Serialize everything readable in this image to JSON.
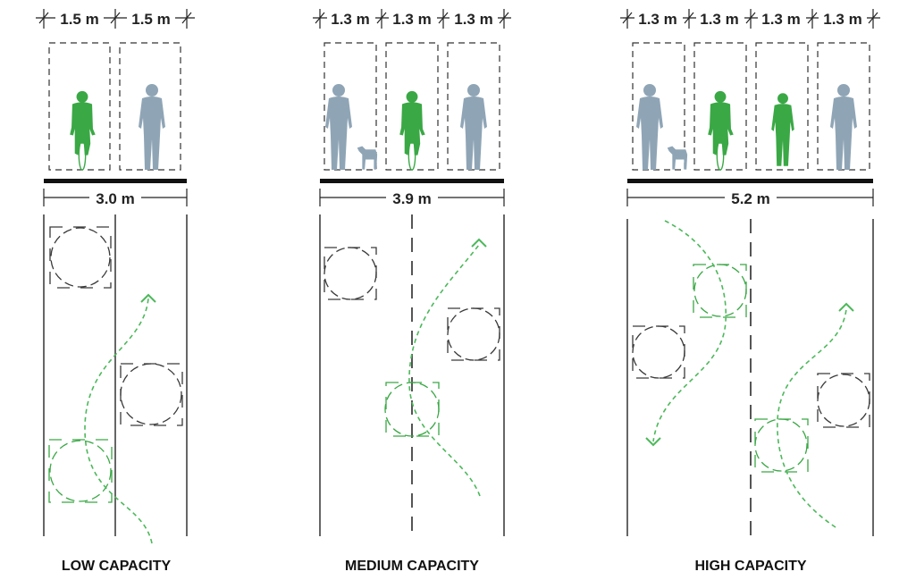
{
  "colors": {
    "cyclist": "#3aa845",
    "pedestrian": "#8fa5b6",
    "path": "#4cb85a"
  },
  "panels": [
    {
      "title": "LOW CAPACITY",
      "lane_widths": [
        "1.5 m",
        "1.5 m"
      ],
      "total_width": "3.0 m"
    },
    {
      "title": "MEDIUM CAPACITY",
      "lane_widths": [
        "1.3 m",
        "1.3 m",
        "1.3 m"
      ],
      "total_width": "3.9 m"
    },
    {
      "title": "HIGH CAPACITY",
      "lane_widths": [
        "1.3 m",
        "1.3 m",
        "1.3 m",
        "1.3 m"
      ],
      "total_width": "5.2 m"
    }
  ]
}
